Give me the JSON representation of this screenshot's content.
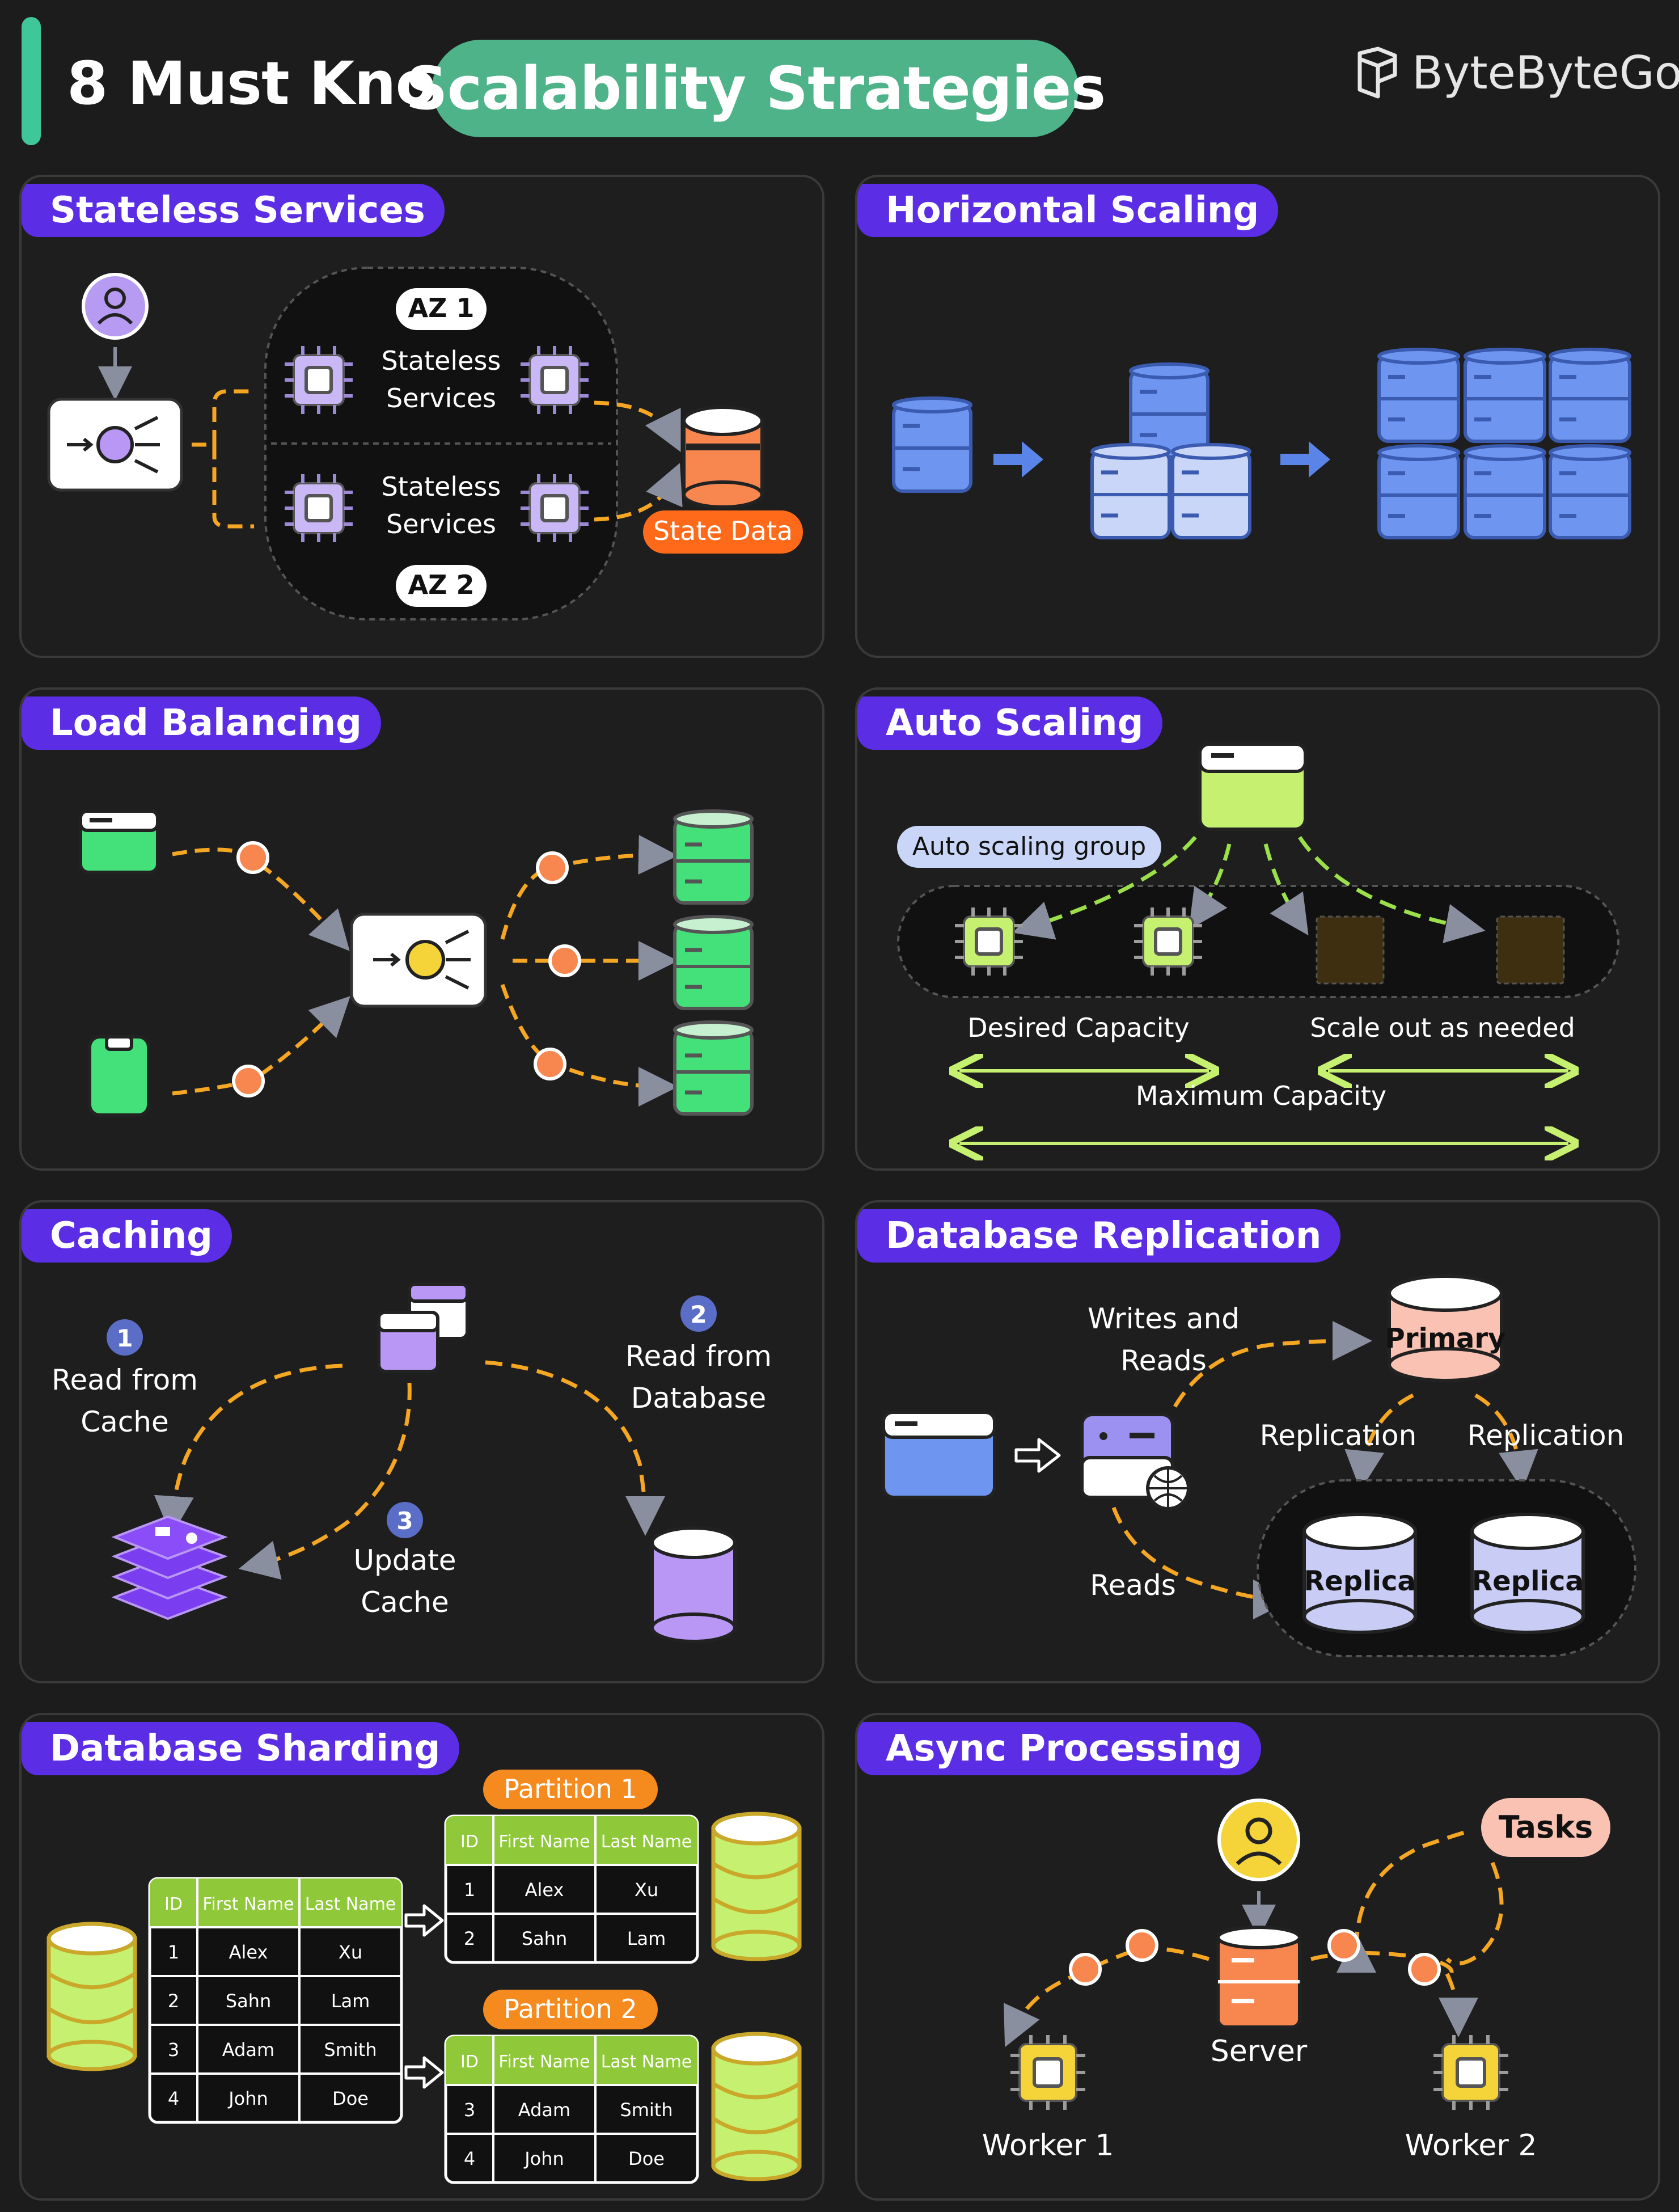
{
  "header": {
    "title_prefix": "8 Must Know",
    "title_highlight": "Scalability Strategies",
    "brand": "ByteByteGo",
    "brand_icon": "bytebytego-logo-icon"
  },
  "panels": {
    "stateless": {
      "title": "Stateless Services",
      "az1": "AZ 1",
      "az2": "AZ 2",
      "service_line1": "Stateless",
      "service_line2": "Services",
      "state_data": "State Data"
    },
    "horizontal": {
      "title": "Horizontal Scaling"
    },
    "load_balancing": {
      "title": "Load Balancing"
    },
    "auto_scaling": {
      "title": "Auto Scaling",
      "group_label": "Auto scaling group",
      "desired": "Desired Capacity",
      "scale_out": "Scale out as needed",
      "maximum": "Maximum Capacity"
    },
    "caching": {
      "title": "Caching",
      "step1_num": "1",
      "step1_l1": "Read from",
      "step1_l2": "Cache",
      "step2_num": "2",
      "step2_l1": "Read from",
      "step2_l2": "Database",
      "step3_num": "3",
      "step3_l1": "Update",
      "step3_l2": "Cache"
    },
    "replication": {
      "title": "Database Replication",
      "writes_l1": "Writes and",
      "writes_l2": "Reads",
      "reads": "Reads",
      "primary": "Primary",
      "replication_left": "Replication",
      "replication_right": "Replication",
      "replica1": "Replica",
      "replica2": "Replica"
    },
    "sharding": {
      "title": "Database Sharding",
      "partition1": "Partition 1",
      "partition2": "Partition 2",
      "columns": [
        "ID",
        "First Name",
        "Last Name"
      ],
      "rows": [
        [
          "1",
          "Alex",
          "Xu"
        ],
        [
          "2",
          "Sahn",
          "Lam"
        ],
        [
          "3",
          "Adam",
          "Smith"
        ],
        [
          "4",
          "John",
          "Doe"
        ]
      ]
    },
    "async": {
      "title": "Async Processing",
      "tasks": "Tasks",
      "server": "Server",
      "worker1": "Worker 1",
      "worker2": "Worker 2"
    }
  },
  "colors": {
    "accent_teal": "#3fc79a",
    "pill_green": "#4fb38a",
    "label_purple": "#5b2ee6",
    "flow_orange": "#f5a623",
    "node_orange": "#f7864f",
    "server_blue": "#5b84e8",
    "lb_green": "#44e07a",
    "lime": "#c6f070",
    "lavender": "#b897f5",
    "primary_pink": "#f9c2b3",
    "replica_lavender": "#c9ccf5",
    "state_orange": "#ff6a1a"
  }
}
